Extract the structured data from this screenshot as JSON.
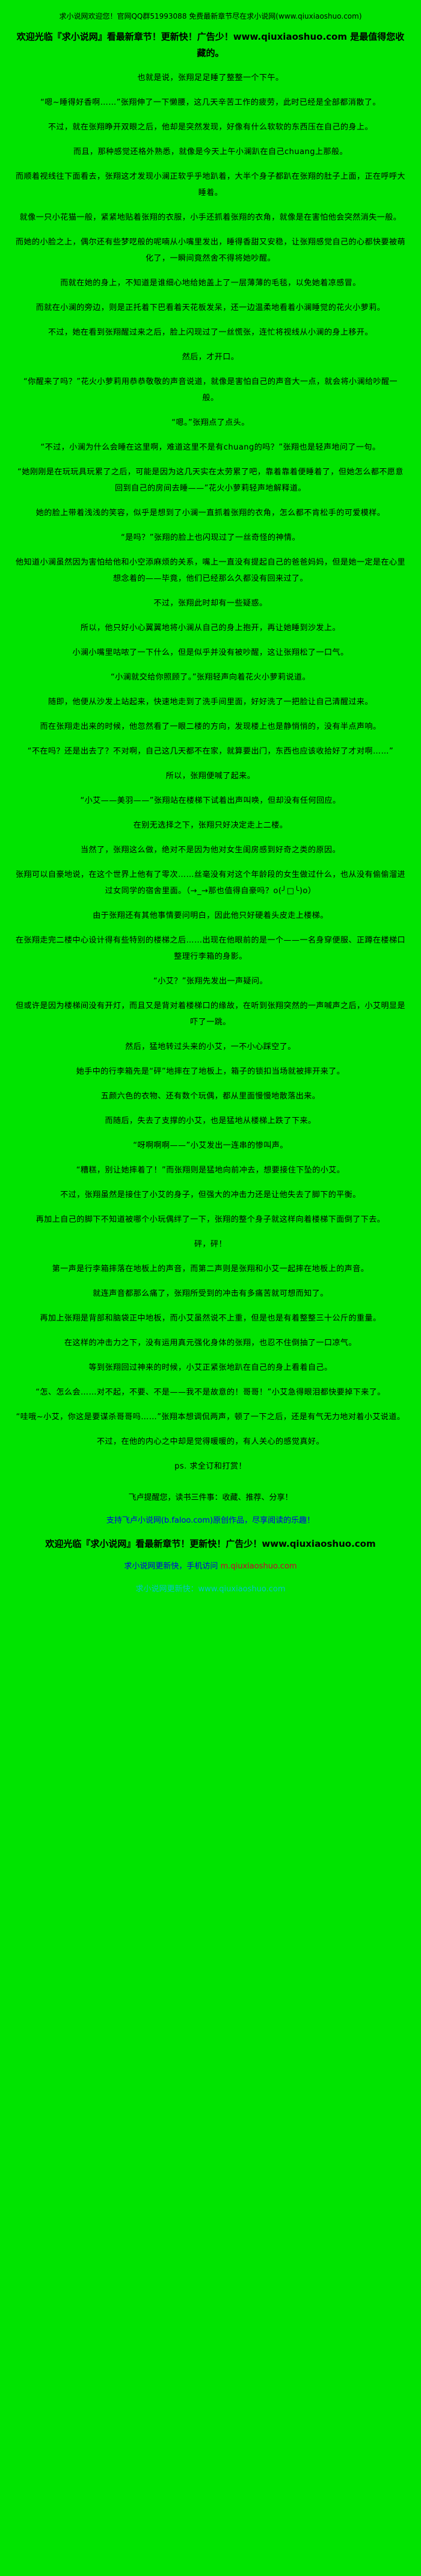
{
  "colors": {
    "page_bg": "#00e400",
    "text": "#000000",
    "link_blue": "#0000e6",
    "link_cyan": "#00c8c8",
    "link_red": "#cc0033"
  },
  "header": {
    "line1": "求小说网欢迎您！官网QQ群51993088 免费最新章节尽在求小说网(www.qiuxiaoshuo.com)",
    "promo": "欢迎光临『求小说网』看最新章节！更新快！广告少！www.qiuxiaoshuo.com 是最值得您收藏的。"
  },
  "paragraphs": [
    "也就是说，张翔足足睡了整整一个下午。",
    "“嗯~睡得好香啊……”张翔伸了一下懒腰，这几天辛苦工作的疲劳，此时已经是全部都消散了。",
    "不过，就在张翔睁开双眼之后，他却是突然发现，好像有什么软软的东西压在自己的身上。",
    "而且，那种感觉还格外熟悉，就像是今天上午小澜趴在自己chuang上那般。",
    "而顺着视线往下面看去，张翔这才发现小澜正软乎乎地趴着，大半个身子都趴在张翔的肚子上面，正在呼呼大睡着。",
    "就像一只小花猫一般，紧紧地贴着张翔的衣服，小手还抓着张翔的衣角，就像是在害怕他会突然消失一般。",
    "而她的小脸之上，偶尔还有些梦呓般的呢喃从小嘴里发出，睡得香甜又安稳，让张翔感觉自己的心都快要被萌化了，一瞬间竟然舍不得将她吵醒。",
    "而就在她的身上，不知道是谁细心地给她盖上了一层薄薄的毛毯，以免她着凉感冒。",
    "而就在小澜的旁边，则是正托着下巴看着天花板发呆，还一边温柔地看着小澜睡觉的花火小萝莉。",
    "不过，她在看到张翔醒过来之后，脸上闪现过了一丝慌张，连忙将视线从小澜的身上移开。",
    "然后，才开口。",
    "“你醒来了吗？”花火小萝莉用恭恭敬敬的声音说道，就像是害怕自己的声音大一点，就会将小澜给吵醒一般。",
    "“嗯。”张翔点了点头。",
    "“不过，小澜为什么会睡在这里啊，难道这里不是有chuang的吗？”张翔也是轻声地问了一句。",
    "“她刚刚是在玩玩具玩累了之后，可能是因为这几天实在太劳累了吧，靠着靠着便睡着了，但她怎么都不愿意回到自己的房间去睡——”花火小萝莉轻声地解释道。",
    "她的脸上带着浅浅的笑容，似乎是想到了小澜一直抓着张翔的衣角，怎么都不肯松手的可爱模样。",
    "“是吗？”张翔的脸上也闪现过了一丝奇怪的神情。",
    "他知道小澜虽然因为害怕给他和小空添麻烦的关系，嘴上一直没有提起自己的爸爸妈妈，但是她一定是在心里想念着的——毕竟，他们已经那么久都没有回来过了。",
    "不过，张翔此时却有一些疑惑。",
    "所以，他只好小心翼翼地将小澜从自己的身上抱开，再让她睡到沙发上。",
    "小澜小嘴里咕哝了一下什么，但是似乎并没有被吵醒，这让张翔松了一口气。",
    "“小澜就交给你照顾了。”张翔轻声向着花火小萝莉说道。",
    "随即，他便从沙发上站起来，快速地走到了洗手间里面，好好洗了一把脸让自己清醒过来。",
    "而在张翔走出来的时候，他忽然看了一眼二楼的方向，发现楼上也是静悄悄的，没有半点声响。",
    "“不在吗？还是出去了？不对啊，自己这几天都不在家，就算要出门，东西也应该收拾好了才对啊……”",
    "所以，张翔便喊了起来。",
    "“小艾——美羽——”张翔站在楼梯下试着出声叫唤，但却没有任何回应。",
    "在别无选择之下，张翔只好决定走上二楼。",
    "当然了，张翔这么做，绝对不是因为他对女生闺房感到好奇之类的原因。",
    "张翔可以自豪地说，在这个世界上他有了零次……丝毫没有对这个年龄段的女生做过什么，也从没有偷偷溜进过女同学的宿舍里面。（→_→那也值得自豪吗？o(╯□╰)o）",
    "由于张翔还有其他事情要问明白，因此他只好硬着头皮走上楼梯。",
    "在张翔走完二楼中心设计得有些特别的楼梯之后……出现在他眼前的是一个——一名身穿便服、正蹲在楼梯口整理行李箱的身影。",
    "“小艾？”张翔先发出一声疑问。",
    "但或许是因为楼梯间没有开灯，而且又是背对着楼梯口的缘故，在听到张翔突然的一声喊声之后，小艾明显是吓了一跳。",
    "然后，猛地转过头来的小艾，一不小心踩空了。",
    "她手中的行李箱先是“砰”地摔在了地板上，箱子的锁扣当场就被摔开来了。",
    "五颜六色的衣物、还有数个玩偶，都从里面慢慢地散落出来。",
    "而随后，失去了支撑的小艾，也是猛地从楼梯上跌了下来。",
    "“呀啊啊啊——”小艾发出一连串的惨叫声。",
    "“糟糕，别让她摔着了！”而张翔则是猛地向前冲去，想要接住下坠的小艾。",
    "不过，张翔虽然是接住了小艾的身子，但强大的冲击力还是让他失去了脚下的平衡。",
    "再加上自己的脚下不知道被哪个小玩偶绊了一下，张翔的整个身子就这样向着楼梯下面倒了下去。",
    "砰，砰！",
    "第一声是行李箱摔落在地板上的声音，而第二声则是张翔和小艾一起摔在地板上的声音。",
    "就连声音都那么痛了，张翔所受到的冲击有多痛苦就可想而知了。",
    "再加上张翔是背部和脑袋正中地板，而小艾虽然说不上重，但是也是有着整整三十公斤的重量。",
    "在这样的冲击力之下，没有运用真元强化身体的张翔，也忍不住倒抽了一口凉气。",
    "等到张翔回过神来的时候，小艾正紧张地趴在自己的身上看着自己。",
    "“怎、怎么会……对不起，不要、不是——我不是故意的！哥哥！”小艾急得眼泪都快要掉下来了。",
    "“哇哦~小艾，你这是要谋杀哥哥吗……”张翔本想调侃两声，顿了一下之后，还是有气无力地对着小艾说道。",
    "不过，在他的内心之中却是觉得暖暖的，有人关心的感觉真好。",
    "ps. 求全订和打赏！"
  ],
  "footer": {
    "reminder": "飞卢提醒您，读书三件事：收藏、推荐、分享！",
    "support": "支持飞卢小说网(b.faloo.com)原创作品，尽享阅读的乐趣！",
    "promo": "欢迎光临『求小说网』看最新章节！更新快！广告少！www.qiuxiaoshuo.com",
    "link_mobile_text": "求小说网更新快，手机访问 ",
    "link_mobile_domain": "m.qiuxiaoshuo.com",
    "link_web": "求小说网更新快：www.qiuxiaoshuo.com"
  }
}
